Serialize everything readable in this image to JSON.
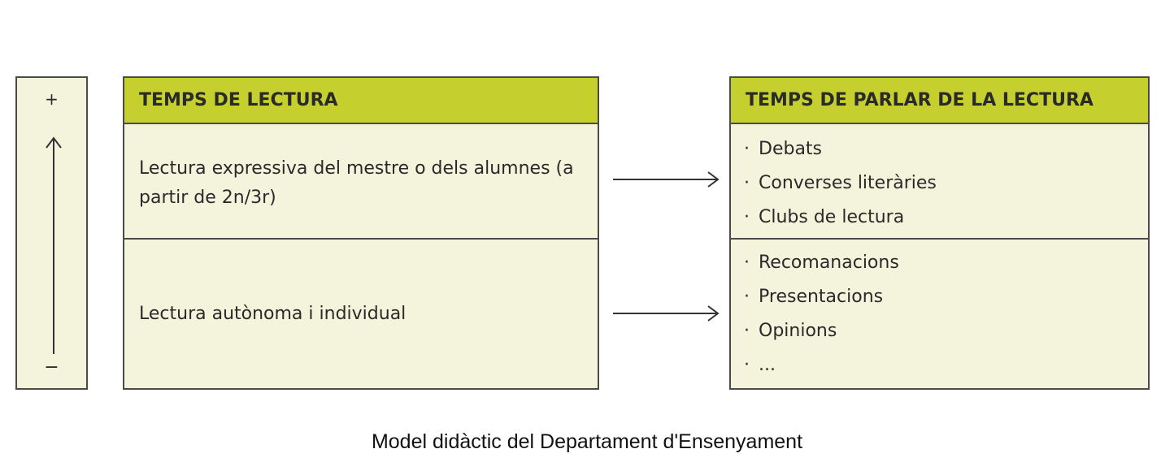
{
  "scale": {
    "top_symbol": "+",
    "bottom_symbol": "−"
  },
  "left_panel": {
    "title": "TEMPS DE LECTURA",
    "rows": [
      "Lectura expressiva del mestre o dels alumnes (a partir de 2n/3r)",
      "Lectura autònoma i individual"
    ]
  },
  "right_panel": {
    "title": "TEMPS DE PARLAR DE LA LECTURA",
    "group1": [
      "Debats",
      "Converses literàries",
      "Clubs de lectura"
    ],
    "group2": [
      "Recomanacions",
      "Presentacions",
      "Opinions",
      "..."
    ],
    "bullet": "·"
  },
  "caption": "Model didàctic del Departament d'Ensenyament",
  "colors": {
    "header": "#c5d02e",
    "cell": "#f4f4dc",
    "border": "#4a4a4a"
  }
}
